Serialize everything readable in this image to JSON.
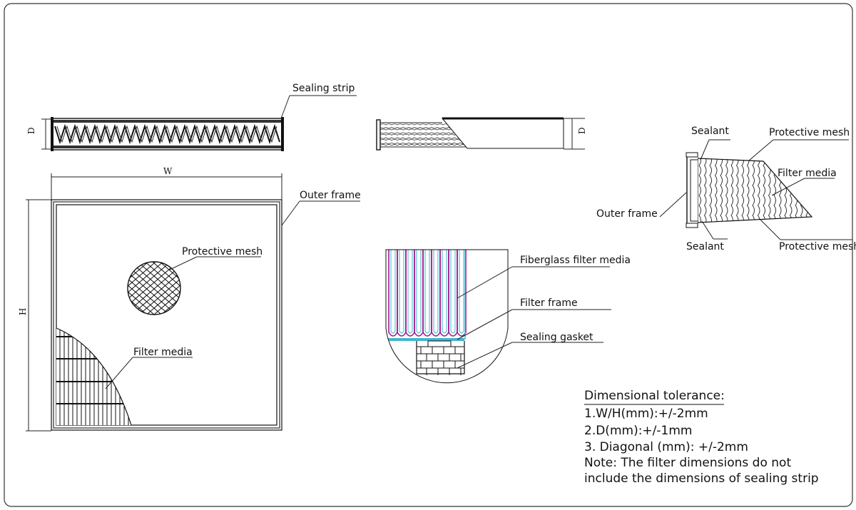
{
  "dims": {
    "width": "W",
    "height": "H",
    "depth_left": "D",
    "depth_right": "D"
  },
  "labels": {
    "sealing_strip": "Sealing strip",
    "outer_frame_main": "Outer frame",
    "protective_mesh_main": "Protective mesh",
    "filter_media_main": "Filter media",
    "fiberglass_filter_media": "Fiberglass filter media",
    "filter_frame": "Filter frame",
    "sealing_gasket": "Sealing gasket",
    "sealant_top": "Sealant",
    "sealant_bottom": "Sealant",
    "protective_mesh_top": "Protective mesh",
    "protective_mesh_bottom": "Protective mesh",
    "filter_media_side": "Filter media",
    "outer_frame_side": "Outer frame"
  },
  "tolerance": {
    "title": "Dimensional tolerance:",
    "lines": [
      "1.W/H(mm):+/-2mm",
      "2.D(mm):+/-1mm",
      "3. Diagonal (mm): +/-2mm",
      "Note: The filter dimensions do not",
      "include the dimensions of sealing strip"
    ]
  },
  "colors": {
    "media_purple": "#a0188a",
    "media_cyan": "#3fb6cf"
  }
}
